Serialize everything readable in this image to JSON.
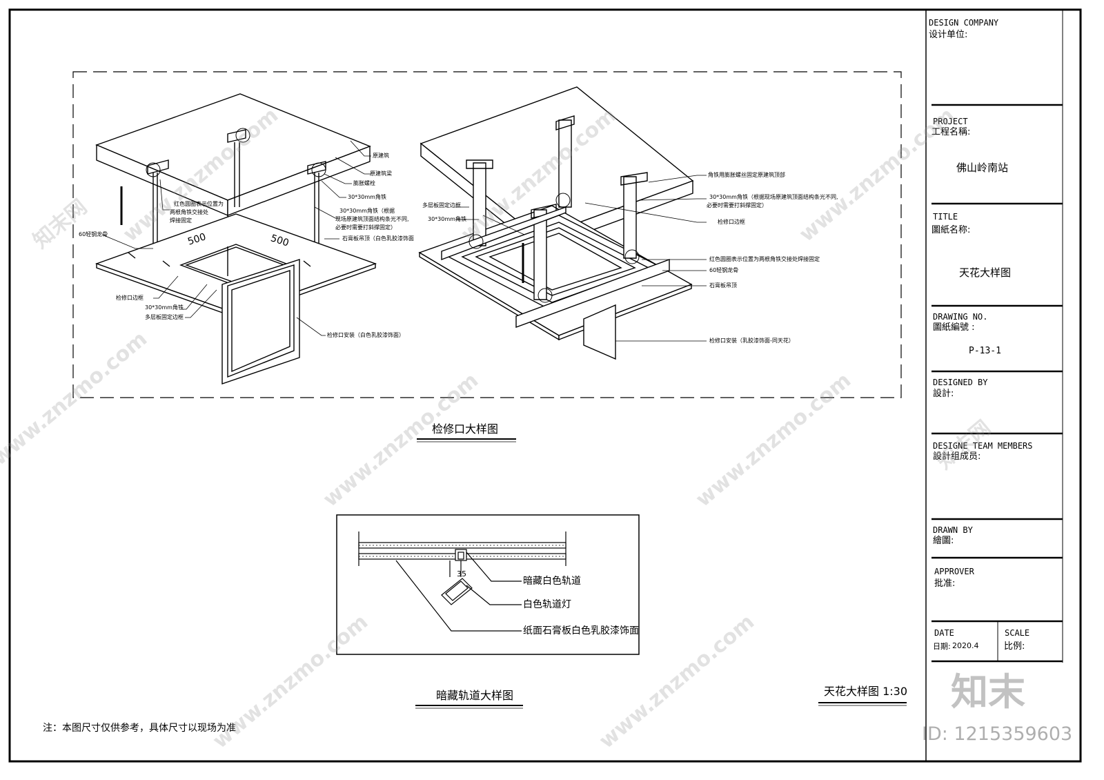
{
  "title_block": {
    "design_company_en": "DESIGN  COMPANY",
    "design_company_cn": "设计单位:",
    "project_en": "PROJECT",
    "project_cn": "工程名稱:",
    "project_value": "佛山岭南站",
    "title_en": "TITLE",
    "title_cn": "圖紙名称:",
    "title_value": "天花大样图",
    "drawing_no_en": "DRAWING NO.",
    "drawing_no_cn": "圖紙編號 :",
    "drawing_no_value": "P-13-1",
    "designed_by_en": "DESIGNED BY",
    "designed_by_cn": "設計:",
    "team_en": "DESIGNE TEAM MEMBERS",
    "team_cn": "設計组成员:",
    "drawn_by_en": "DRAWN BY",
    "drawn_by_cn": "繪圖:",
    "approver_en": "APPROVER",
    "approver_cn": "批准:",
    "date_en": "DATE",
    "date_cn": "日期:",
    "date_value": "2020.4",
    "scale_en": "SCALE",
    "scale_cn": "比例:"
  },
  "left_detail": {
    "dim_1": "500",
    "dim_2": "500",
    "labels": [
      "原建筑",
      "原建筑梁",
      "膨胀螺栓",
      "30*30mm角铁",
      "红色圆圈表示位置为",
      "两根角铁交接处",
      "焊接固定",
      "30*30mm角铁（根据",
      "现场原建筑顶面结构条光不同,",
      "必要时需要打斜撑固定）",
      "60轻钢龙骨",
      "石膏板吊顶（白色乳胶漆饰面",
      "检修口边框",
      "30*30mm角铁",
      "多层板固定边框",
      "检修口安装（白色乳胶漆饰面）"
    ]
  },
  "right_detail": {
    "labels": [
      "角铁用膨胀螺丝固定原建筑顶部",
      "30*30mm角铁（根据现场原建筑顶面结构条光不同,",
      "必要时需要打斜撑固定）",
      "多层板固定边框",
      "30*30mm角铁",
      "检修口边框",
      "红色圆圈表示位置为两根角铁交接处焊接固定",
      "60轻钢龙骨",
      "石膏板吊顶",
      "检修口安装（乳胶漆饰面-同天花）"
    ]
  },
  "caption_access": "检修口大样图",
  "track_detail": {
    "dim": "35",
    "label_track": "暗藏白色轨道",
    "label_light": "白色轨道灯",
    "label_board": "纸面石膏板白色乳胶漆饰面"
  },
  "caption_track": "暗藏轨道大样图",
  "caption_sheet": "天花大样图 1:30",
  "note": "注：本图尺寸仅供参考，具体尺寸以现场为准",
  "watermark": {
    "site": "www.znzmo.com",
    "brand": "知末网",
    "logo": "知末",
    "id": "ID: 1215359603"
  },
  "colors": {
    "line": "#000000",
    "watermark": "#9a9a9a"
  }
}
